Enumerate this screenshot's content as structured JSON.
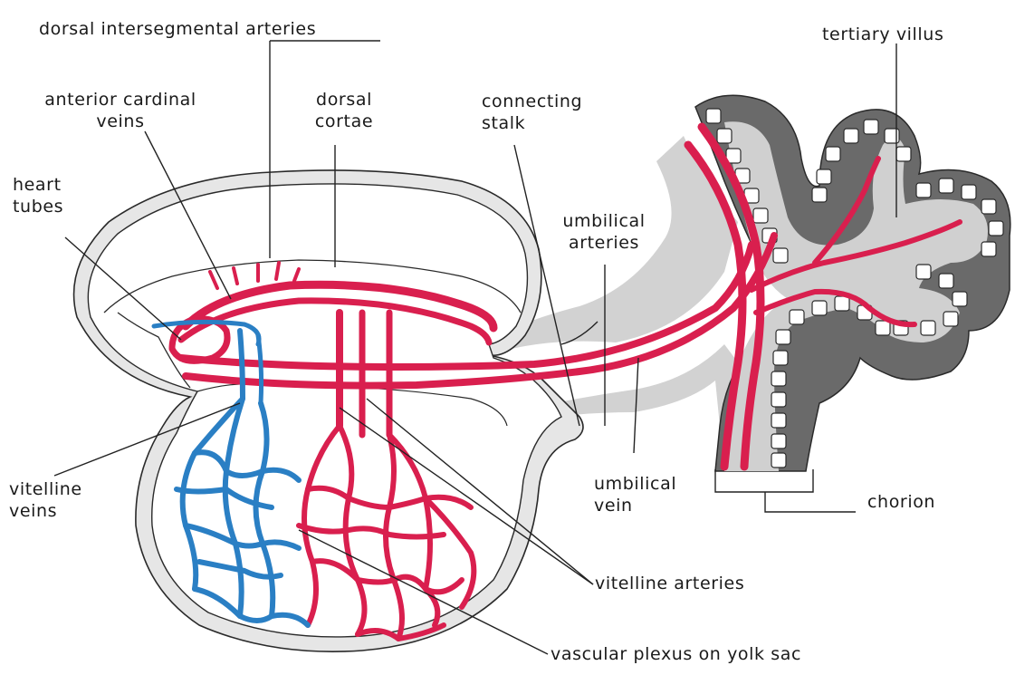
{
  "labels": {
    "dorsal_intersegmental_arteries": "dorsal intersegmental arteries",
    "tertiary_villus": "tertiary villus",
    "anterior_cardinal_veins_line1": "anterior cardinal",
    "anterior_cardinal_veins_line2": "veins",
    "dorsal_aortae_line1": "dorsal",
    "dorsal_aortae_line2": "cortae",
    "connecting_stalk_line1": "connecting",
    "connecting_stalk_line2": "stalk",
    "heart_tubes_line1": "heart",
    "heart_tubes_line2": "tubes",
    "umbilical_arteries_line1": "umbilical",
    "umbilical_arteries_line2": "arteries",
    "vitelline_veins_line1": "vitelline",
    "vitelline_veins_line2": "veins",
    "umbilical_vein_line1": "umbilical",
    "umbilical_vein_line2": "vein",
    "chorion": "chorion",
    "vitelline_arteries": "vitelline arteries",
    "vascular_plexus": "vascular plexus on yolk sac"
  },
  "colors": {
    "artery": "#d91f4e",
    "vein": "#2a7fc4",
    "chorion_dark": "#6a6a6a",
    "tissue_light": "#d0d0d0",
    "outline": "#2a2a2a"
  }
}
